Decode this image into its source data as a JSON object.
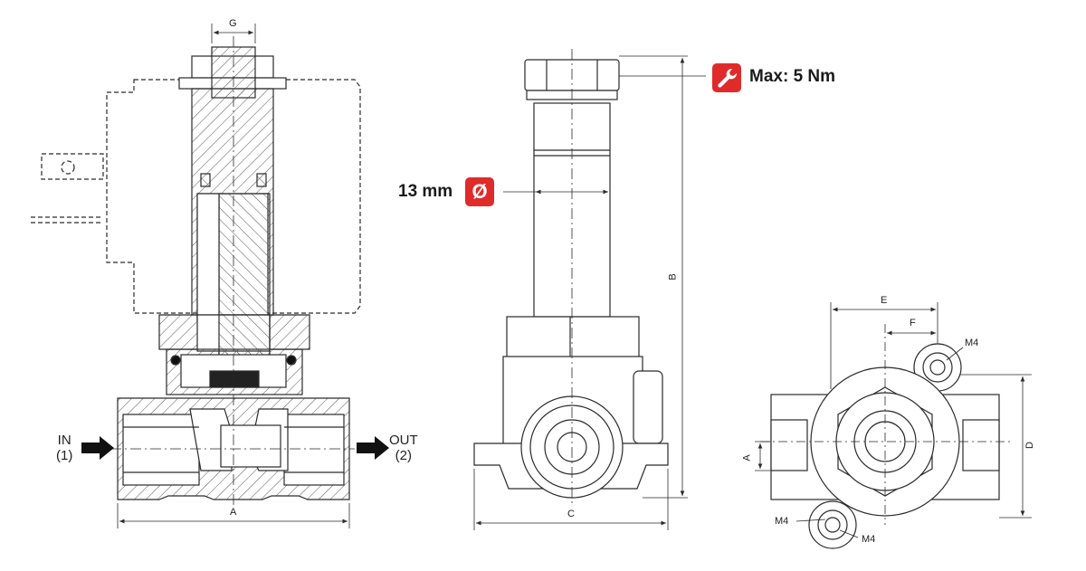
{
  "views": {
    "section": {
      "dim_G": "G",
      "dim_A": "A",
      "inlet": "IN",
      "inlet_port": "(1)",
      "outlet": "OUT",
      "outlet_port": "(2)"
    },
    "side": {
      "dim_B": "B",
      "dim_C": "C",
      "torque_callout": "Max: 5 Nm",
      "diameter_callout": "13 mm",
      "diameter_symbol": "Ø"
    },
    "bottom": {
      "dim_E": "E",
      "dim_F": "F",
      "dim_A": "A",
      "dim_D": "D",
      "thread_top_right": "M4",
      "thread_bottom_left": "M4",
      "thread_bottom_right": "M4"
    }
  },
  "colors": {
    "line": "#2a2a2a",
    "badge": "#e02b2b",
    "arrow": "#111111"
  },
  "icons": {
    "torque": "wrench-icon",
    "diameter": "diameter-icon"
  }
}
